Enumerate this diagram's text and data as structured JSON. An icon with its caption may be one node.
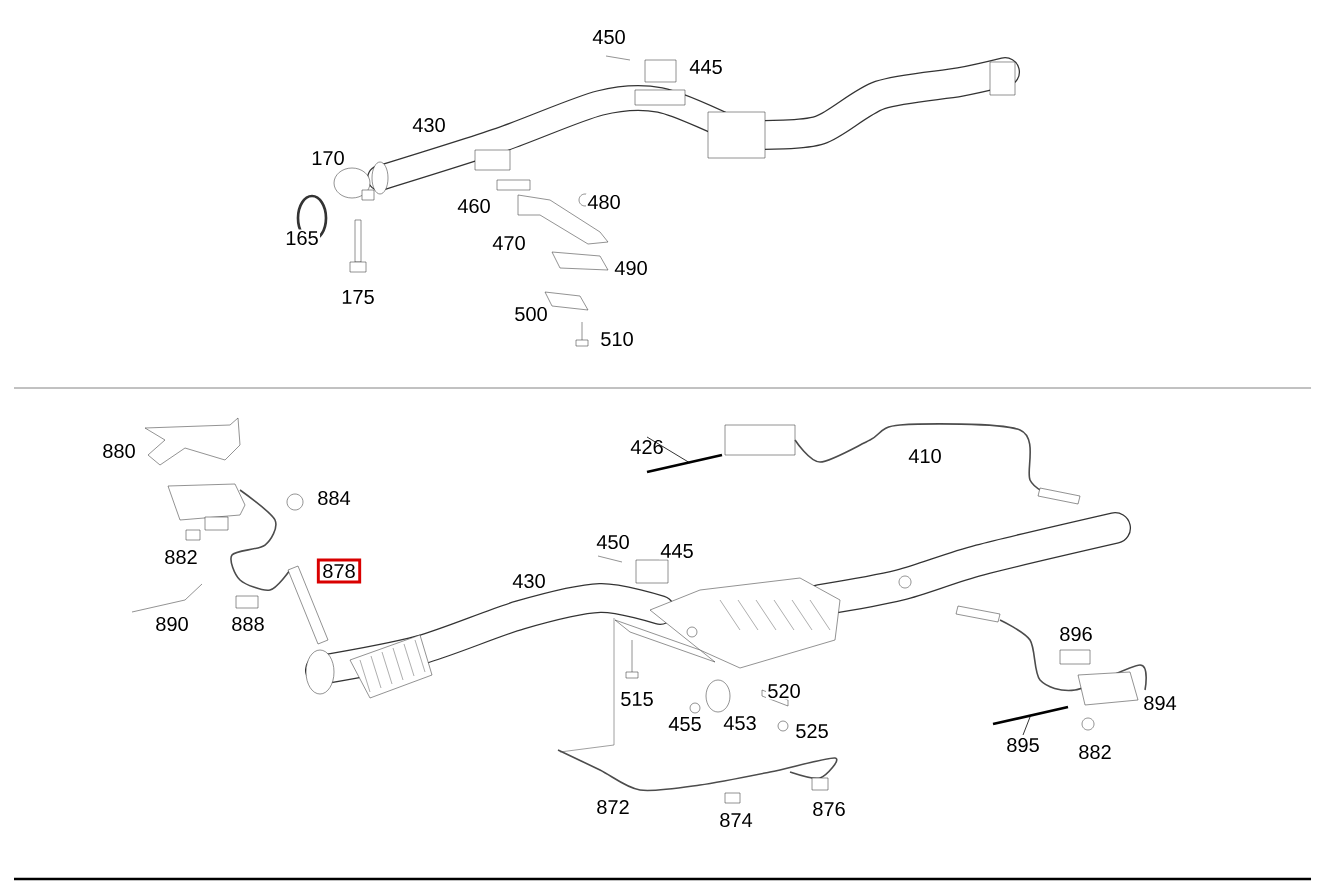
{
  "diagram": {
    "nodes": [
      {
        "text": [
          "878"
        ]
      },
      {
        "text": [
          "426"
        ]
      },
      {
        "text": [
          "895"
        ]
      }
    ],
    "edges": [
      {
        "from": 1,
        "to": null,
        "arrow": "none"
      },
      {
        "from": 2,
        "to": null,
        "arrow": "none"
      }
    ],
    "labels": [
      "450",
      "445",
      "430",
      "170",
      "460",
      "480",
      "165",
      "470",
      "490",
      "175",
      "500",
      "510",
      "880",
      "410",
      "884",
      "450",
      "445",
      "882",
      "430",
      "890",
      "888",
      "896",
      "520",
      "515",
      "455",
      "453",
      "525",
      "894",
      "882",
      "872",
      "876",
      "874"
    ]
  }
}
